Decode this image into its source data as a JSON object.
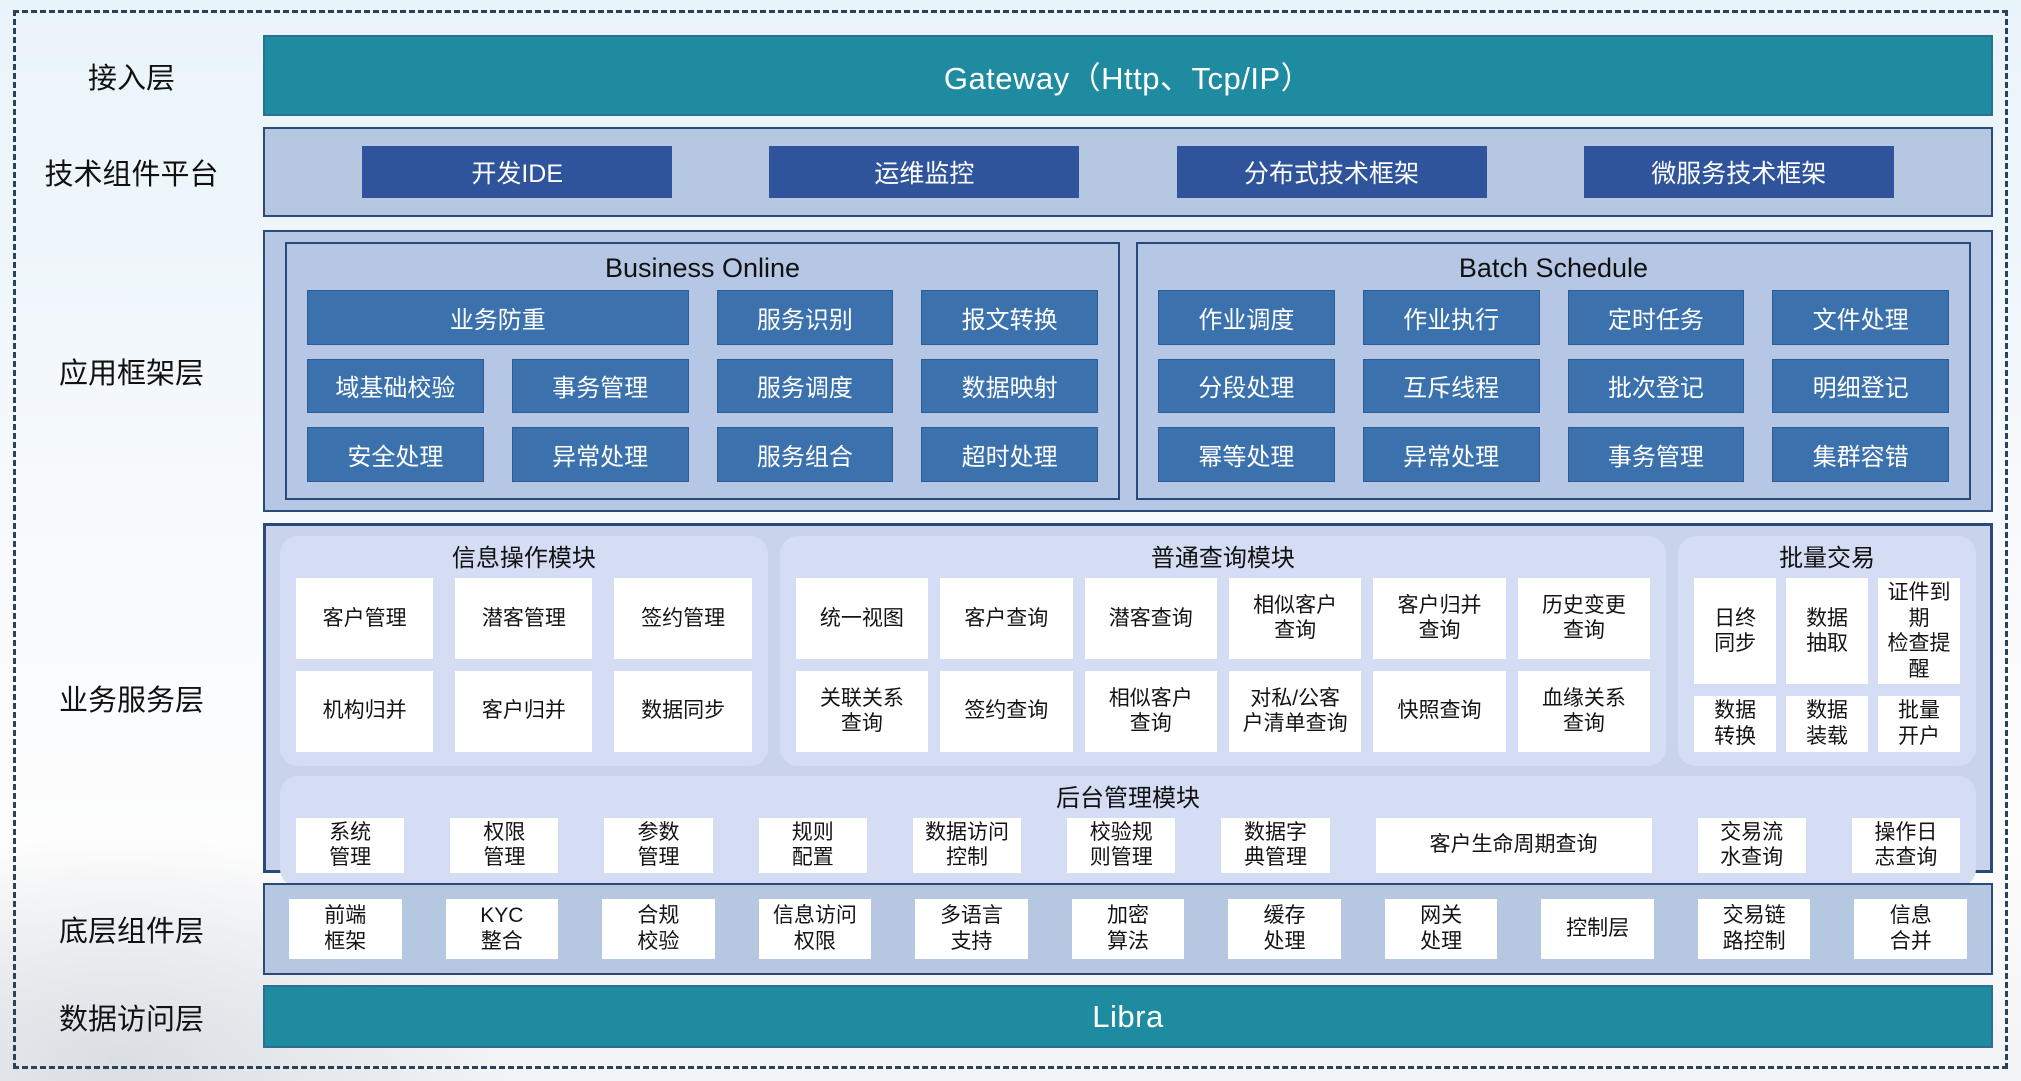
{
  "colors": {
    "teal_bar": "#1F8BA1",
    "tech_button_blue": "#2F549B",
    "framework_box_blue": "#3B71AC",
    "band_background": "#B6C8E1",
    "container_background": "#B5C7E4",
    "module_background": "#D4DDF3",
    "container_border": "#2B4A7A",
    "page_background": "#E9F4FA"
  },
  "layers": {
    "access": {
      "label": "接入层",
      "bar_text": "Gateway（Http、Tcp/IP）"
    },
    "tech_platform": {
      "label": "技术组件平台",
      "buttons": [
        "开发IDE",
        "运维监控",
        "分布式技术框架",
        "微服务技术框架"
      ]
    },
    "app_framework": {
      "label": "应用框架层",
      "panels": [
        {
          "title": "Business Online",
          "cells": [
            {
              "label": "业务防重",
              "cls": "span2"
            },
            "服务识别",
            "报文转换",
            "域基础校验",
            "事务管理",
            "服务调度",
            "数据映射",
            "安全处理",
            "异常处理",
            "服务组合",
            "超时处理"
          ]
        },
        {
          "title": "Batch Schedule",
          "cells": [
            "作业调度",
            "作业执行",
            "定时任务",
            "文件处理",
            "分段处理",
            "互斥线程",
            "批次登记",
            "明细登记",
            "幂等处理",
            "异常处理",
            "事务管理",
            "集群容错"
          ]
        }
      ]
    },
    "business_service": {
      "label": "业务服务层",
      "modules": [
        {
          "title": "信息操作模块",
          "cells": [
            "客户管理",
            "潜客管理",
            "签约管理",
            "机构归并",
            "客户归并",
            "数据同步"
          ]
        },
        {
          "title": "普通查询模块",
          "cells": [
            "统一视图",
            "客户查询",
            "潜客查询",
            "相似客户\n查询",
            "客户归并\n查询",
            "历史变更\n查询",
            "关联关系\n查询",
            "签约查询",
            "相似客户\n查询",
            "对私/公客\n户清单查询",
            "快照查询",
            "血缘关系\n查询"
          ]
        },
        {
          "title": "批量交易",
          "cells": [
            "日终\n同步",
            "数据\n抽取",
            "证件到期\n检查提醒",
            "数据\n转换",
            "数据\n装载",
            "批量\n开户"
          ]
        }
      ],
      "admin_module": {
        "title": "后台管理模块",
        "cells": [
          "系统\n管理",
          "权限\n管理",
          "参数\n管理",
          "规则\n配置",
          "数据访问\n控制",
          "校验规\n则管理",
          "数据字\n典管理",
          {
            "label": "客户生命周期查询",
            "cls": "wide"
          },
          "交易流\n水查询",
          "操作日\n志查询"
        ]
      }
    },
    "base_components": {
      "label": "底层组件层",
      "cells": [
        "前端\n框架",
        "KYC\n整合",
        "合规\n校验",
        "信息访问\n权限",
        "多语言\n支持",
        "加密\n算法",
        "缓存\n处理",
        "网关\n处理",
        "控制层",
        "交易链\n路控制",
        "信息\n合并"
      ]
    },
    "data_access": {
      "label": "数据访问层",
      "bar_text": "Libra"
    }
  }
}
